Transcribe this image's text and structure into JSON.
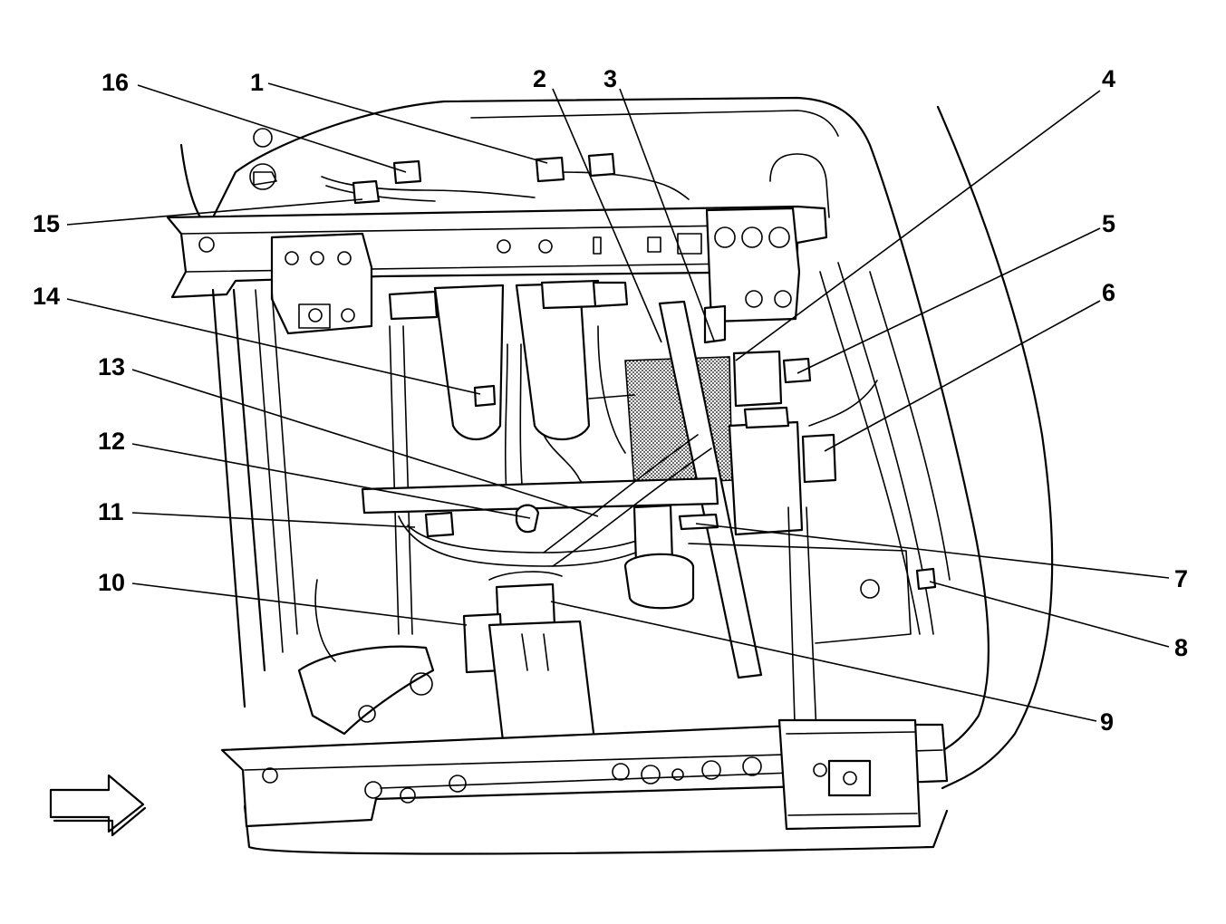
{
  "diagram": {
    "callouts": [
      {
        "id": "1",
        "label": "1"
      },
      {
        "id": "2",
        "label": "2"
      },
      {
        "id": "3",
        "label": "3"
      },
      {
        "id": "4",
        "label": "4"
      },
      {
        "id": "5",
        "label": "5"
      },
      {
        "id": "6",
        "label": "6"
      },
      {
        "id": "7",
        "label": "7"
      },
      {
        "id": "8",
        "label": "8"
      },
      {
        "id": "9",
        "label": "9"
      },
      {
        "id": "10",
        "label": "10"
      },
      {
        "id": "11",
        "label": "11"
      },
      {
        "id": "12",
        "label": "12"
      },
      {
        "id": "13",
        "label": "13"
      },
      {
        "id": "14",
        "label": "14"
      },
      {
        "id": "15",
        "label": "15"
      },
      {
        "id": "16",
        "label": "16"
      }
    ],
    "direction_arrow_icon": "right-arrow-icon"
  }
}
